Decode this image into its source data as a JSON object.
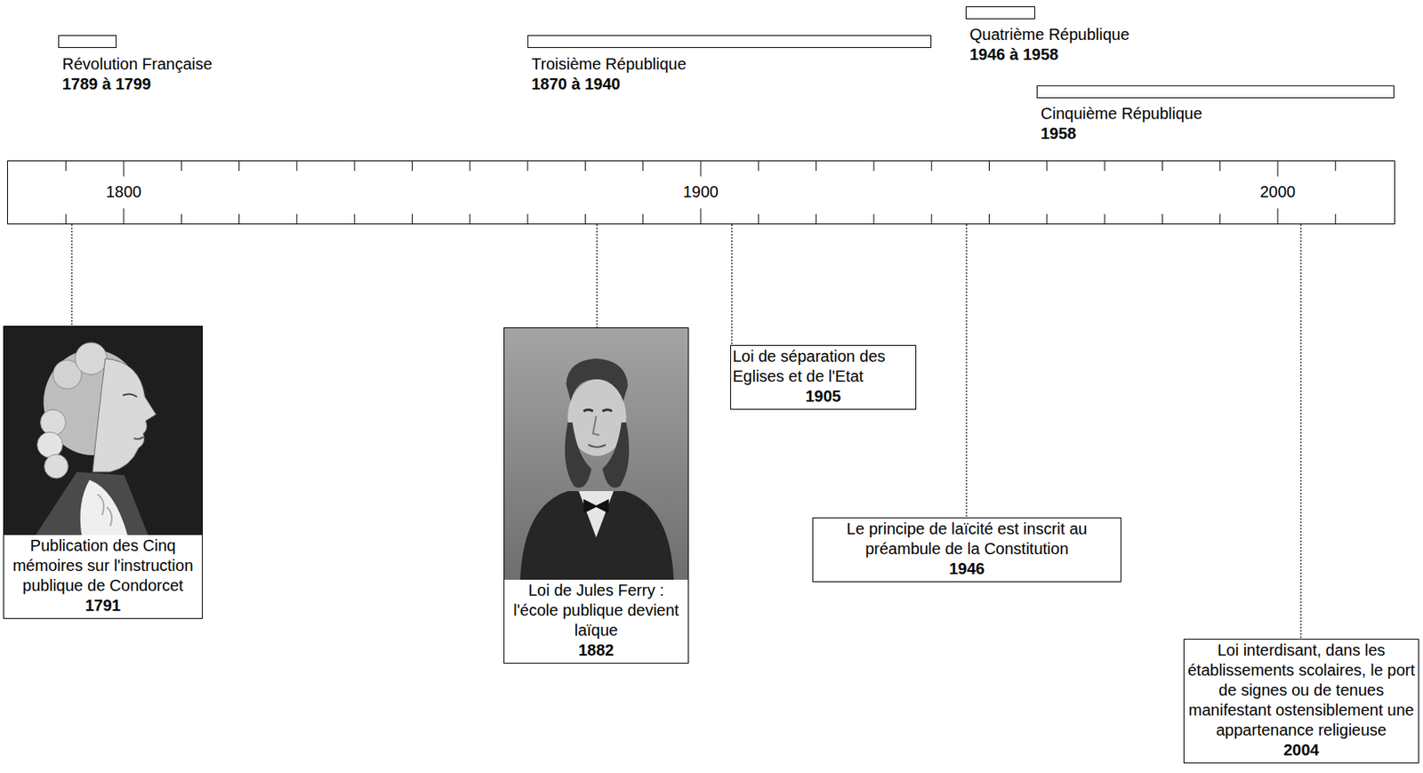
{
  "diagram": {
    "nodes": [
      {
        "text": [
          "Révolution Française",
          "1789 à 1799"
        ]
      },
      {
        "text": [
          "Troisième République",
          "1870 à 1940"
        ]
      },
      {
        "text": [
          "Quatrième République",
          "1946 à 1958"
        ]
      },
      {
        "text": [
          "Cinquième République",
          "1958"
        ]
      },
      {
        "text": [
          "1800",
          "1900",
          "2000"
        ]
      },
      {
        "text": [
          "Publication des Cinq mémoires sur l'instruction publique de Condorcet",
          "1791"
        ]
      },
      {
        "text": [
          "Loi de Jules Ferry : l'école publique devient laïque",
          "1882"
        ]
      },
      {
        "text": [
          "Loi de séparation des Eglises et de l'Etat",
          "1905"
        ]
      },
      {
        "text": [
          "Le principe de laïcité est inscrit au préambule de la Constitution",
          "1946"
        ]
      },
      {
        "text": [
          "Loi interdisant, dans les établissements scolaires, le port de signes ou de tenues manifestant ostensiblement une appartenance religieuse",
          "2004"
        ]
      }
    ],
    "edges": [
      {
        "from": 4,
        "to": 5,
        "arrow": "none"
      },
      {
        "from": 4,
        "to": 6,
        "arrow": "none"
      },
      {
        "from": 4,
        "to": 7,
        "arrow": "none"
      },
      {
        "from": 4,
        "to": 8,
        "arrow": "none"
      },
      {
        "from": 4,
        "to": 9,
        "arrow": "none"
      }
    ]
  }
}
